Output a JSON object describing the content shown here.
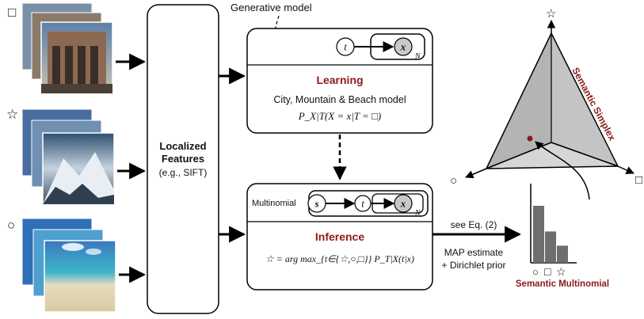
{
  "diagram": {
    "feature_box": {
      "title_line1": "Localized",
      "title_line2": "Features",
      "subtitle": "(e.g., SIFT)"
    },
    "generative_label": "Generative model",
    "learning": {
      "title": "Learning",
      "model_text": "City, Mountain & Beach model",
      "formula": "P_X|T(X = x|T = □)",
      "node_t": "t",
      "node_x": "x",
      "plate_label": "N"
    },
    "inference": {
      "multinomial_label": "Multinomial",
      "title": "Inference",
      "formula": "☆ = arg max_{t∈{☆,○,□}} P_T|X(t|x)",
      "node_s": "s",
      "node_t": "t",
      "node_x": "x",
      "plate_label": "N"
    },
    "see_eq": "see Eq. (2)",
    "map_line1": "MAP estimate",
    "map_line2": "+ Dirichlet prior",
    "semantic_simplex": "Semantic Simplex",
    "semantic_multinomial": "Semantic Multinomial",
    "class_symbols": [
      "□",
      "☆",
      "○"
    ],
    "histogram_values": [
      1.0,
      0.55,
      0.3
    ]
  },
  "colors": {
    "accent": "#8b1a1a",
    "simplex_fill": "#c8c8c8",
    "bar": "#6e6e6e"
  }
}
